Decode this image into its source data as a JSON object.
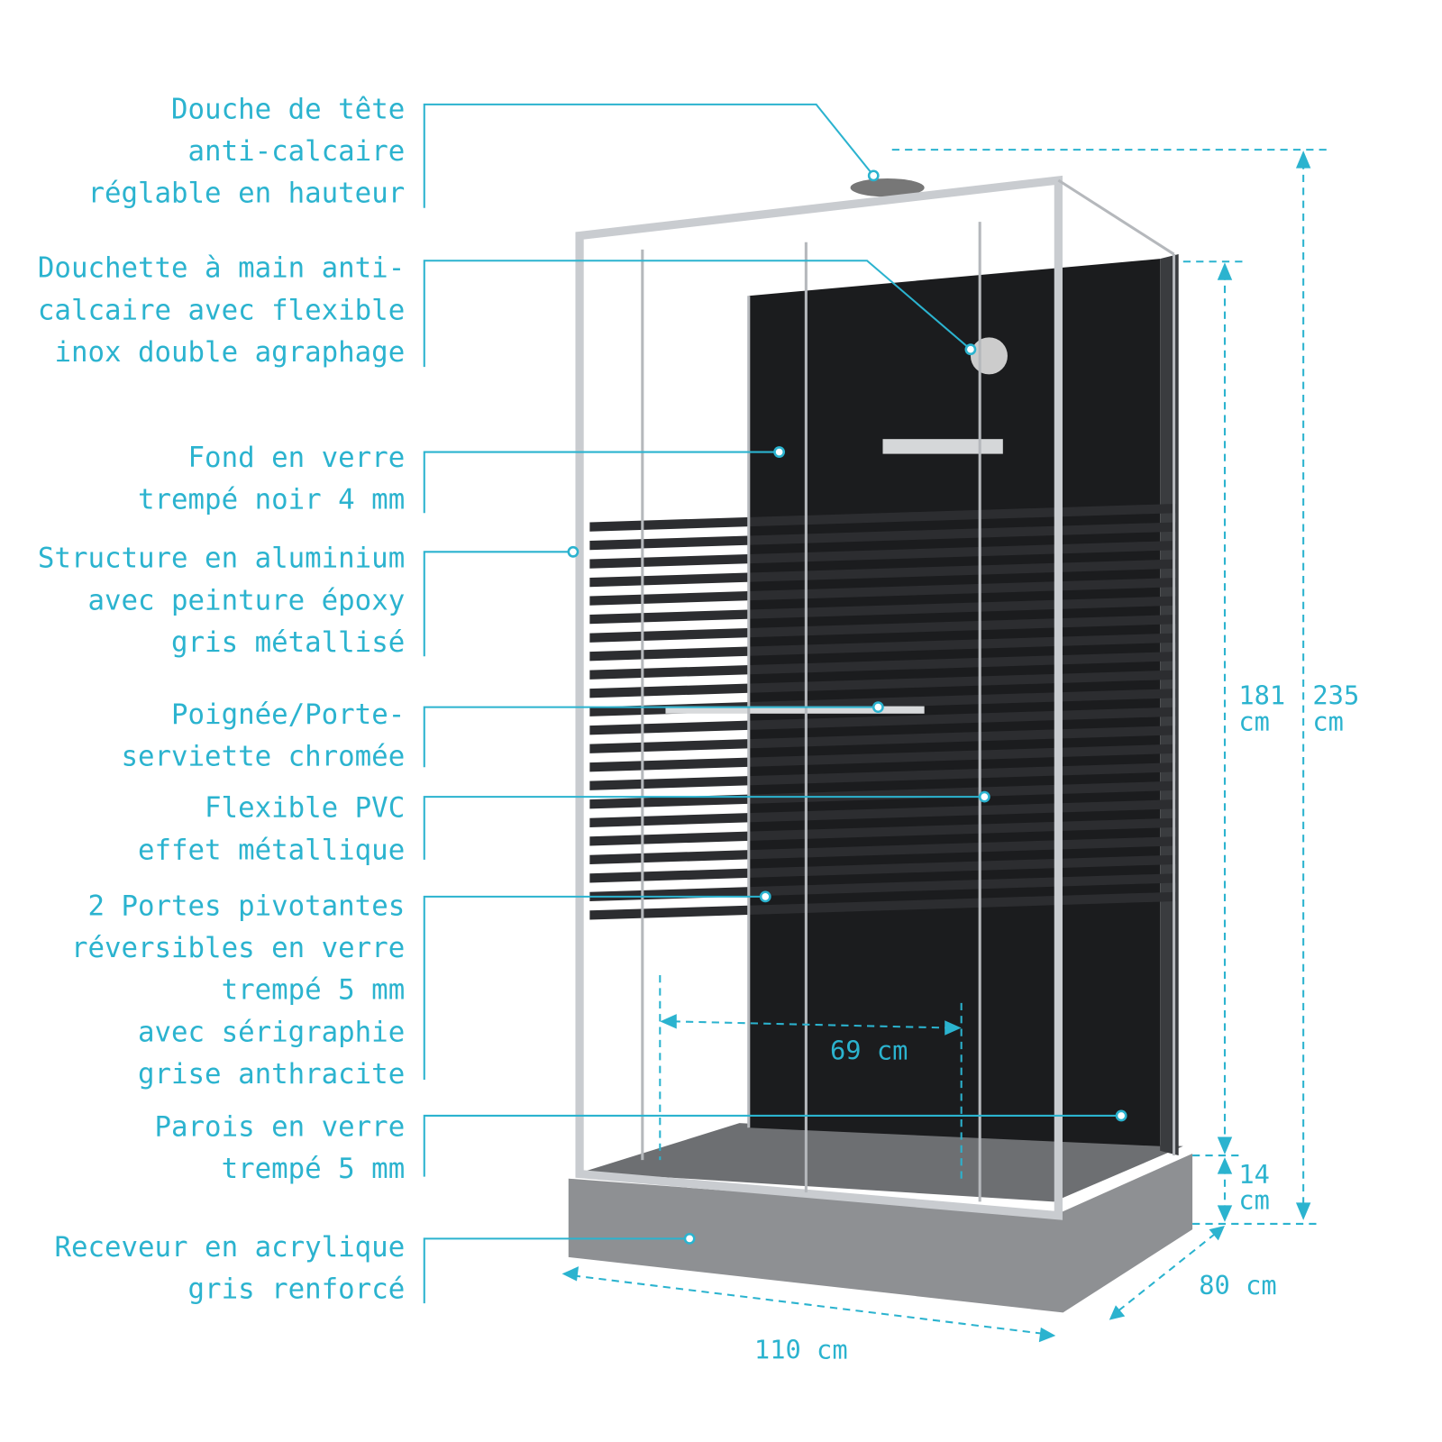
{
  "labels": [
    {
      "lines": [
        "Douche de tête",
        "anti-calcaire",
        "réglable en hauteur"
      ]
    },
    {
      "lines": [
        "Douchette à main anti-",
        "calcaire avec flexible",
        "inox double agraphage"
      ]
    },
    {
      "lines": [
        "Fond en verre",
        "trempé noir 4 mm"
      ]
    },
    {
      "lines": [
        "Structure en aluminium",
        "avec peinture époxy",
        "gris métallisé"
      ]
    },
    {
      "lines": [
        "Poignée/Porte-",
        "serviette chromée"
      ]
    },
    {
      "lines": [
        "Flexible PVC",
        "effet métallique"
      ]
    },
    {
      "lines": [
        "2 Portes pivotantes",
        "réversibles en verre",
        "trempé 5 mm ",
        "avec sérigraphie ",
        "grise anthracite"
      ]
    },
    {
      "lines": [
        "Parois en verre",
        "trempé 5 mm"
      ]
    },
    {
      "lines": [
        "Receveur en acrylique",
        "gris renforcé"
      ]
    }
  ],
  "dimensions": {
    "total_height": [
      "235",
      "cm"
    ],
    "glass_height": [
      "181",
      "cm"
    ],
    "tray_height": [
      "14",
      "cm"
    ],
    "depth": "80 cm",
    "width": "110 cm",
    "door_opening": "69 cm"
  },
  "colors": {
    "accent": "#2bb3cf",
    "panel": "#1b1c1e",
    "tray": "#8e9093",
    "frame": "#c9ccd0"
  }
}
